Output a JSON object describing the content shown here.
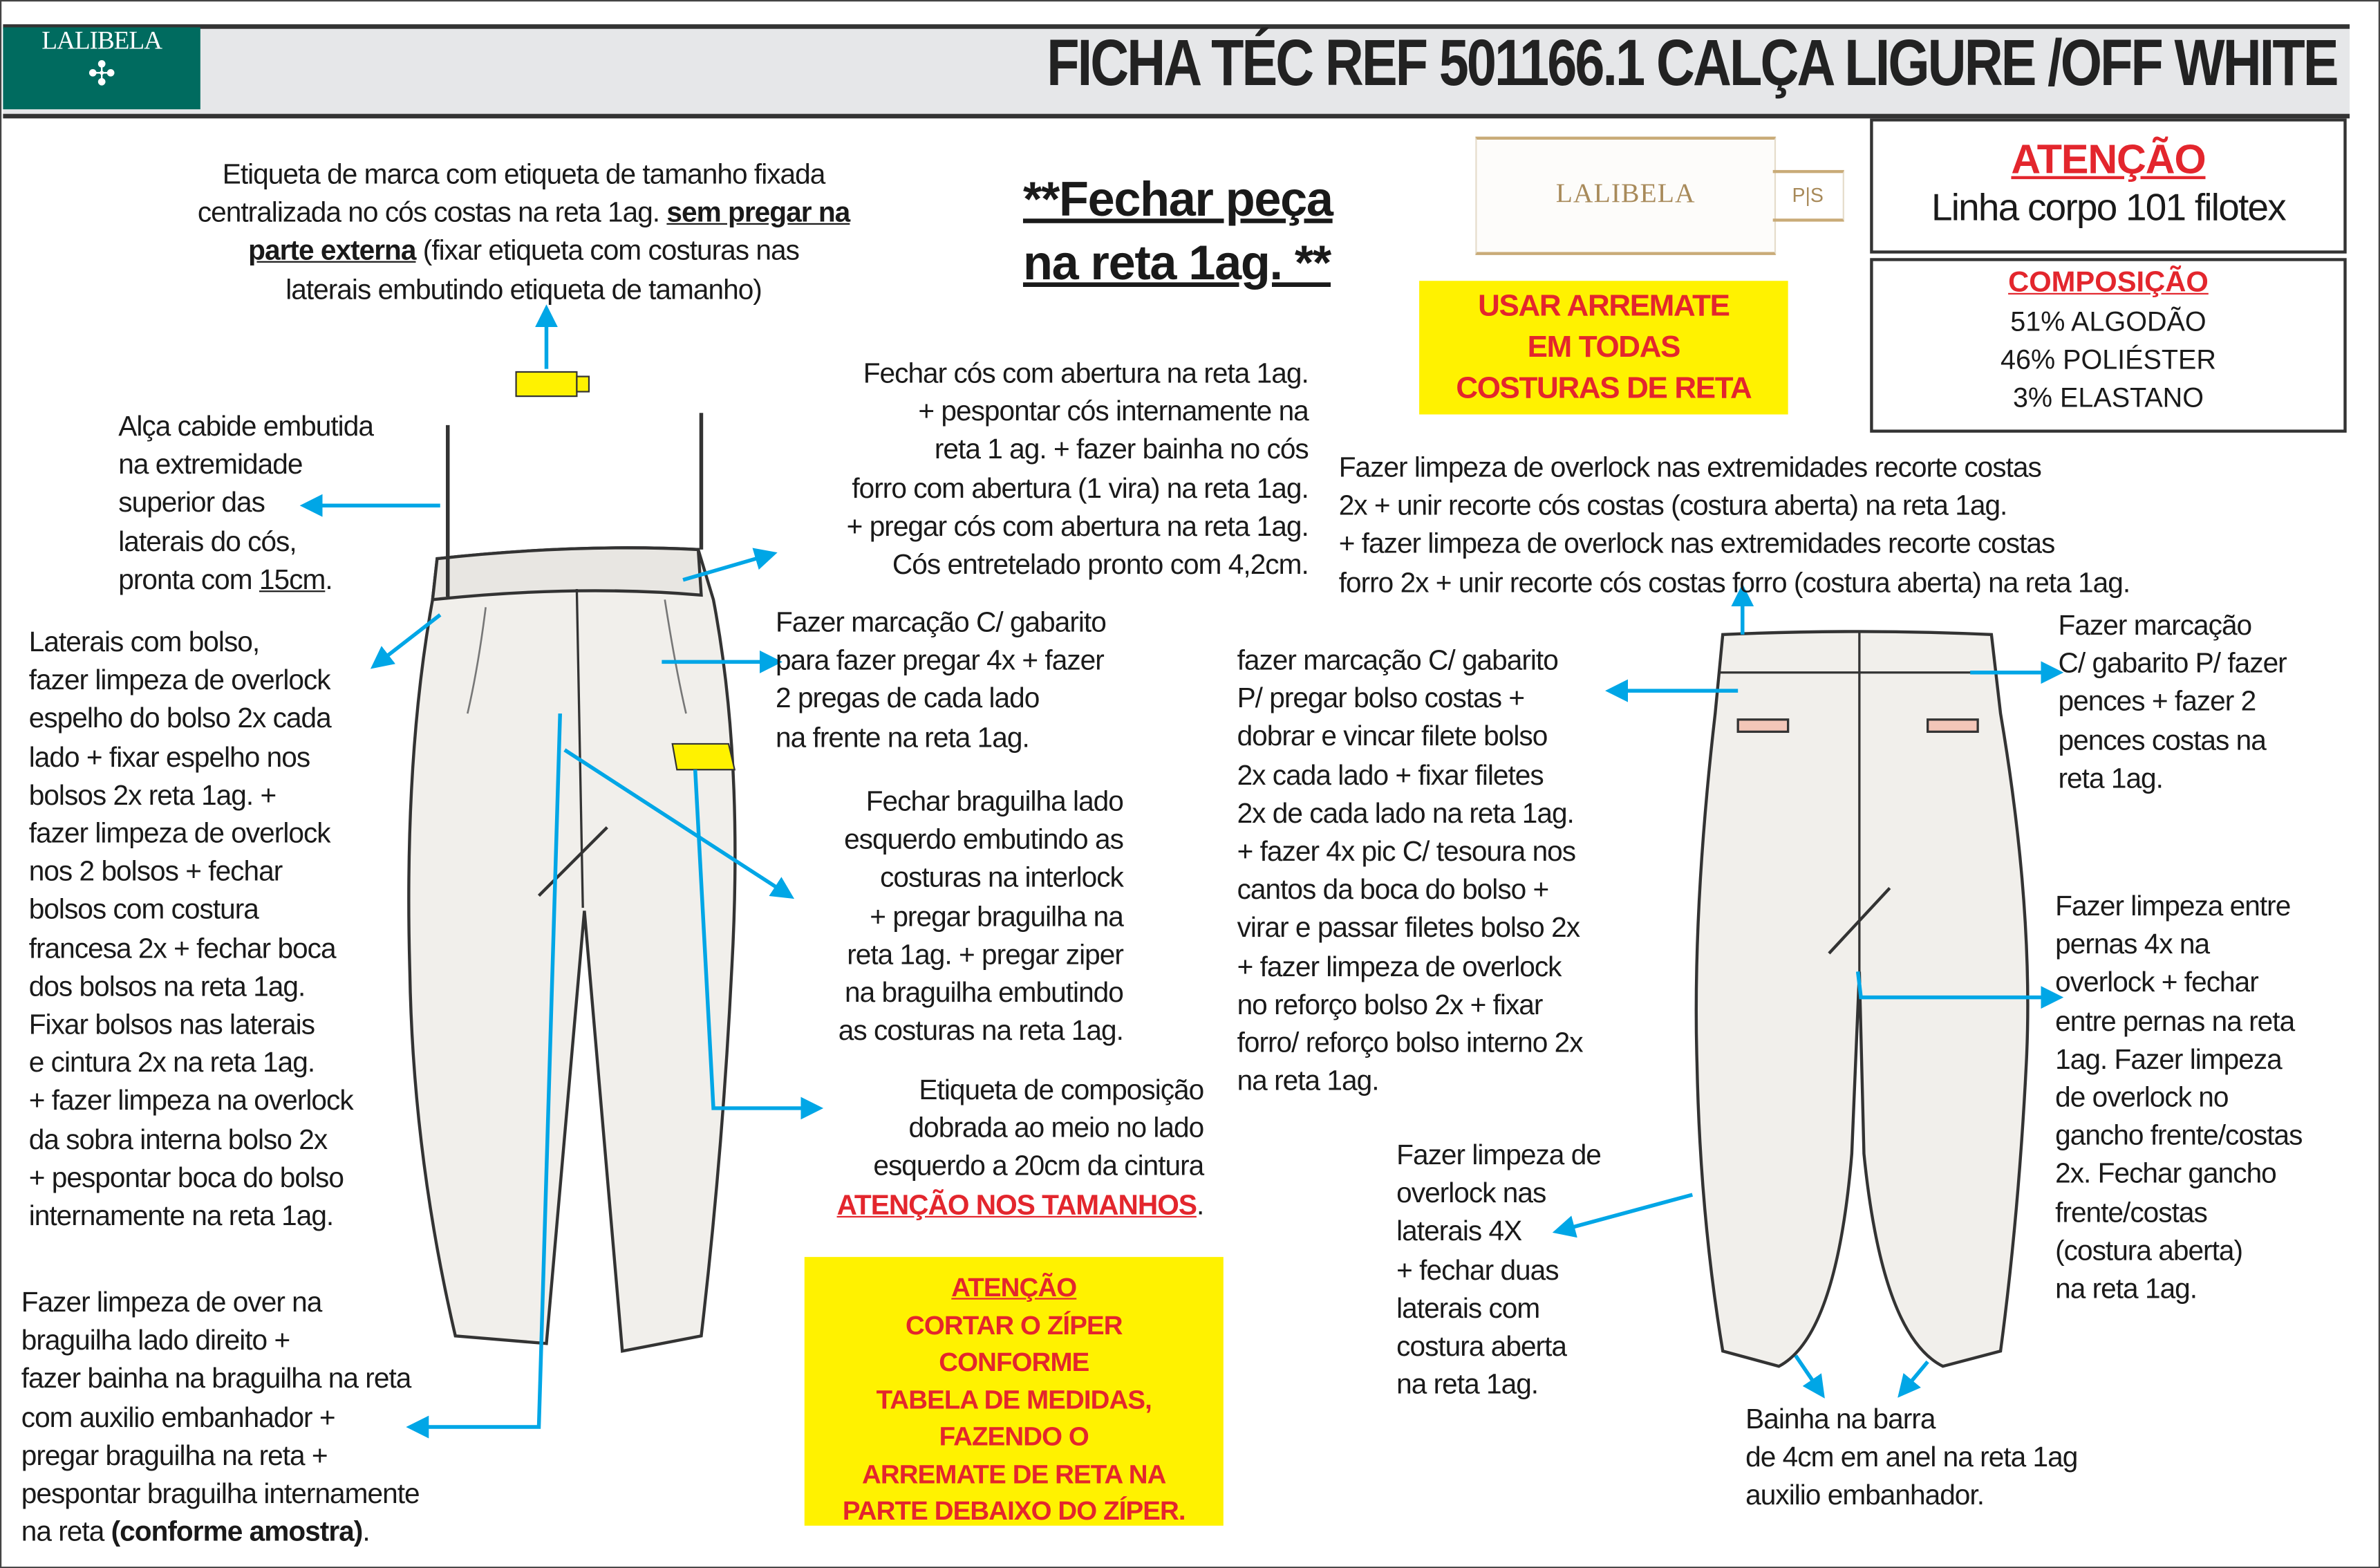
{
  "header": {
    "brand": "LALIBELA",
    "title": "FICHA TÉC REF 501166.1 CALÇA LIGURE /OFF WHITE"
  },
  "label_tag": {
    "brand": "LALIBELA",
    "size": "P|S"
  },
  "attention_box": {
    "title": "ATENÇÃO",
    "text": "Linha corpo 101 filotex"
  },
  "composition": {
    "title": "COMPOSIÇÃO",
    "items": [
      "51% ALGODÃO",
      "46% POLIÉSTER",
      "3% ELASTANO"
    ]
  },
  "close_note": {
    "lines": [
      "**Fechar peça",
      "na reta 1ag. **"
    ]
  },
  "arremate_note": {
    "lines": [
      "USAR ARREMATE",
      "EM TODAS",
      "COSTURAS DE RETA"
    ]
  },
  "zipper_note": {
    "lines": [
      "ATENÇÃO",
      "CORTAR O ZÍPER",
      "CONFORME",
      "TABELA DE MEDIDAS,",
      "FAZENDO O",
      "ARREMATE DE RETA NA",
      "PARTE DEBAIXO DO ZÍPER."
    ]
  },
  "notes": {
    "brand_label": {
      "l1": "Etiqueta de marca com etiqueta de tamanho fixada",
      "l2a": "centralizada no cós costas na reta 1ag. ",
      "l2b": "sem pregar na",
      "l3a": "parte externa",
      "l3b": " (fixar etiqueta com costuras nas",
      "l4": "laterais embutindo etiqueta de tamanho)"
    },
    "hanger_loop": {
      "l1": "Alça cabide embutida",
      "l2": "na extremidade",
      "l3": "superior das",
      "l4": "laterais do cós,",
      "l5a": "pronta com ",
      "l5b": "15cm",
      "l5c": "."
    },
    "waistband": [
      "Fechar cós com abertura na reta 1ag.",
      "+ pespontar cós internamente na",
      "reta 1 ag. + fazer  bainha no cós",
      "forro com abertura (1 vira) na reta 1ag.",
      "+ pregar cós com abertura na reta 1ag.",
      "Cós entretelado pronto com 4,2cm."
    ],
    "pleats": [
      "Fazer marcação C/ gabarito",
      "para fazer pregar 4x + fazer",
      "2 pregas de cada lado",
      "na frente na reta 1ag."
    ],
    "fly": [
      "Fechar braguilha lado",
      "esquerdo embutindo as",
      "costuras na interlock",
      "+ pregar braguilha na",
      "reta 1ag. + pregar ziper",
      "na braguilha embutindo",
      "as costuras na reta 1ag."
    ],
    "composition_label": {
      "lines": [
        "Etiqueta de composição",
        "dobrada ao meio no lado",
        "esquerdo a 20cm da cintura"
      ],
      "warning": "ATENÇÃO NOS TAMANHOS",
      "warning_end": "."
    },
    "side_pockets": [
      "Laterais com bolso,",
      "fazer limpeza de overlock",
      "espelho do bolso 2x cada",
      "lado + fixar espelho nos",
      "bolsos 2x reta 1ag. +",
      "fazer limpeza de overlock",
      "nos 2 bolsos + fechar",
      "bolsos com costura",
      "francesa 2x + fechar boca",
      "dos bolsos na reta 1ag.",
      "Fixar bolsos nas laterais",
      "e cintura 2x na reta 1ag.",
      "+ fazer limpeza na overlock",
      "da sobra interna bolso 2x",
      "+ pespontar boca do bolso",
      "internamente na reta 1ag."
    ],
    "right_fly": {
      "lines": [
        "Fazer limpeza de over na",
        "braguilha lado direito +",
        "fazer bainha na braguilha na reta",
        "com auxilio embanhador +",
        "pregar braguilha na reta +",
        "pespontar braguilha internamente"
      ],
      "last_a": "na reta ",
      "last_b": "(conforme amostra)",
      "last_c": "."
    },
    "back_yoke": [
      "Fazer limpeza de overlock nas extremidades recorte costas",
      "2x + unir recorte cós costas (costura aberta) na reta 1ag.",
      "+ fazer limpeza de overlock nas extremidades recorte costas",
      "forro 2x + unir recorte cós costas forro (costura aberta) na reta 1ag."
    ],
    "back_pocket": [
      "fazer marcação C/ gabarito",
      "P/ pregar bolso costas +",
      "dobrar e vincar filete bolso",
      "2x cada lado + fixar filetes",
      "2x de cada lado na reta 1ag.",
      "+ fazer 4x pic C/ tesoura nos",
      "cantos da boca do bolso +",
      "virar e passar filetes bolso 2x",
      "+ fazer limpeza de overlock",
      "no reforço bolso 2x + fixar",
      "forro/ reforço bolso interno 2x",
      "na reta 1ag."
    ],
    "darts": [
      "Fazer marcação",
      "C/ gabarito P/ fazer",
      "pences + fazer 2",
      "pences costas na",
      "reta 1ag."
    ],
    "inseam": [
      "Fazer limpeza entre",
      "pernas 4x na",
      "overlock + fechar",
      "entre pernas na reta",
      "1ag. Fazer limpeza",
      "de overlock no",
      "gancho frente/costas",
      "2x. Fechar gancho",
      "frente/costas",
      "(costura aberta)",
      "na reta 1ag."
    ],
    "side_seams": [
      "Fazer limpeza de",
      "overlock nas",
      "laterais 4X",
      "+ fechar duas",
      "laterais com",
      "costura aberta",
      "na reta 1ag."
    ],
    "hem": [
      "Bainha na barra",
      "de 4cm em anel na reta 1ag",
      "auxilio embanhador."
    ]
  },
  "colors": {
    "arrow": "#00a6e6",
    "brand": "#006b5f",
    "warning": "#e3262d",
    "highlight": "#fff200"
  }
}
